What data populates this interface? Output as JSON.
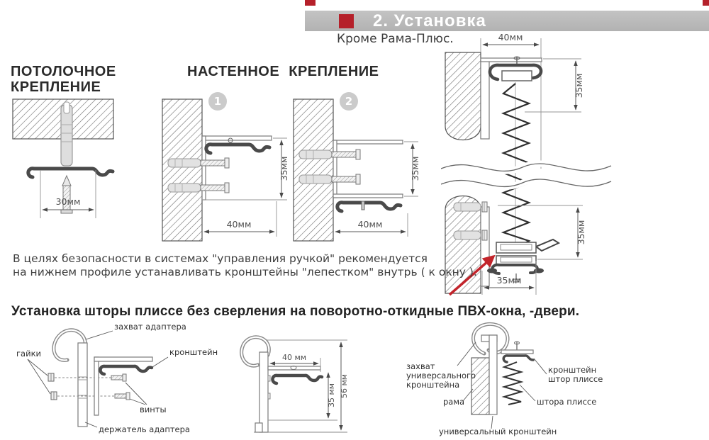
{
  "page": {
    "accent_red": "#b5202a",
    "banner_gray": "#b9b9b9"
  },
  "header": {
    "title": "2. Установка",
    "subtitle": "Кроме Рама-Плюс."
  },
  "ceiling": {
    "title_line1": "ПОТОЛОЧНОЕ",
    "title_line2": "КРЕПЛЕНИЕ",
    "dim_width": "30мм"
  },
  "wall": {
    "title": "НАСТЕННОЕ КРЕПЛЕНИЕ",
    "variants": [
      {
        "number": "1",
        "dim_height": "35мм",
        "dim_width": "40мм"
      },
      {
        "number": "2",
        "dim_height": "35мм",
        "dim_width": "40мм"
      }
    ]
  },
  "side": {
    "dim_top_width": "40мм",
    "dim_upper_height": "35мм",
    "dim_lower_height": "35мм",
    "dim_bottom_width": "35мм"
  },
  "safety_note": {
    "line1": "В целях безопасности в системах \"управления ручкой\" рекомендуется",
    "line2": "на нижнем профиле устанавливать кронштейны \"лепестком\" внутрь ( к окну )."
  },
  "no_drill": {
    "title": "Установка шторы плиссе без сверления на поворотно-откидные ПВХ-окна, -двери.",
    "adapter": {
      "grip": "захват адаптера",
      "nuts": "гайки",
      "bracket": "кронштейн",
      "screws": "винты",
      "holder": "держатель адаптера"
    },
    "profile": {
      "dim_width": "40 мм",
      "dim_inner_height": "35 мм",
      "dim_outer_height": "56 мм"
    },
    "universal": {
      "grip_line1": "захват",
      "grip_line2": "универсального",
      "grip_line3": "кронштейна",
      "frame": "рама",
      "pleat_bracket_line1": "кронштейн",
      "pleat_bracket_line2": "штор плиссе",
      "pleat_blind": "штора плиссе",
      "universal_bracket": "универсальный кронштейн"
    }
  }
}
